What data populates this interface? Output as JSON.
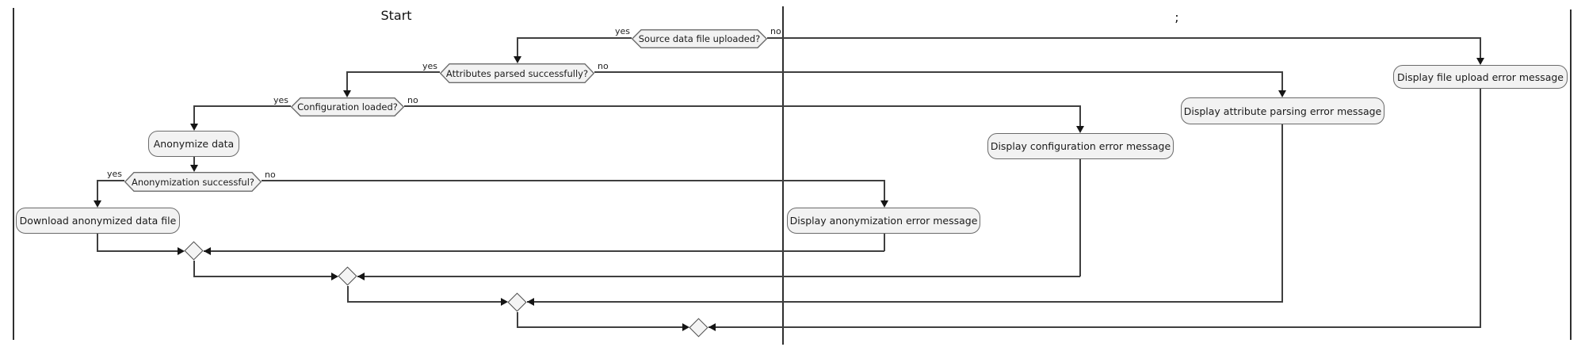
{
  "diagram": {
    "type": "activity-flowchart",
    "lanes": [
      {
        "title": "Start"
      },
      {
        "title": ";"
      }
    ],
    "decisions": [
      {
        "label": "Source data file uploaded?"
      },
      {
        "label": "Attributes parsed successfully?"
      },
      {
        "label": "Configuration loaded?"
      },
      {
        "label": "Anonymization successful?"
      }
    ],
    "activities": [
      {
        "label": "Anonymize data"
      },
      {
        "label": "Download anonymized data file"
      },
      {
        "label": "Display anonymization error message"
      },
      {
        "label": "Display configuration error message"
      },
      {
        "label": "Display attribute parsing error message"
      },
      {
        "label": "Display file upload error message"
      }
    ],
    "branch_labels": {
      "yes": "yes",
      "no": "no"
    },
    "colors": {
      "background": "#ffffff",
      "node_fill": "#f2f2f2",
      "node_border": "#6b6b6b",
      "edge_line": "#3f3f3f",
      "arrowhead": "#151515",
      "text": "#1b1b1b"
    }
  }
}
